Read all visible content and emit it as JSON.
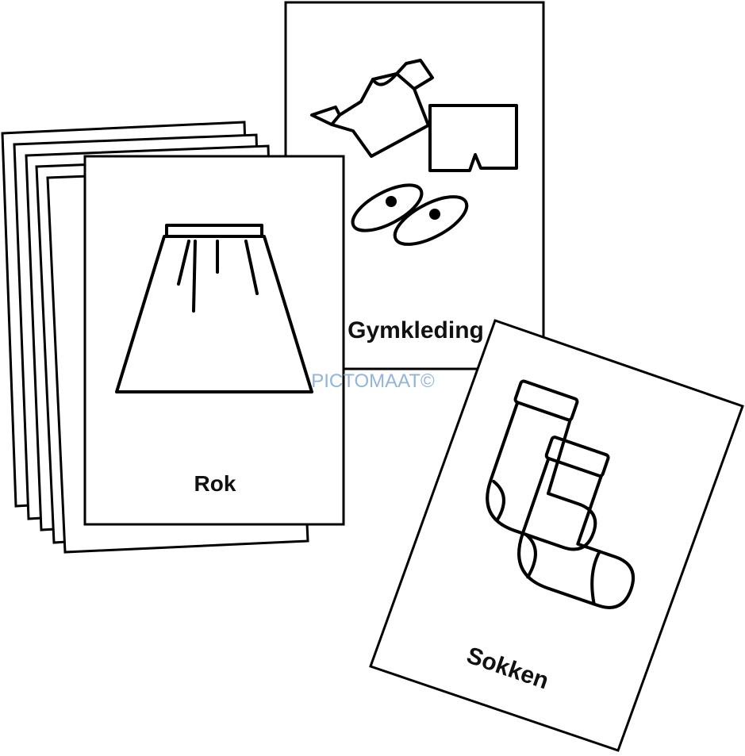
{
  "cards": {
    "rok": {
      "label": "Rok",
      "icon": "skirt-icon"
    },
    "gymkleding": {
      "label": "Gymkleding",
      "icon": "gym-clothes-icon"
    },
    "sokken": {
      "label": "Sokken",
      "icon": "socks-icon"
    }
  },
  "watermark": "PICTOMAAT©"
}
